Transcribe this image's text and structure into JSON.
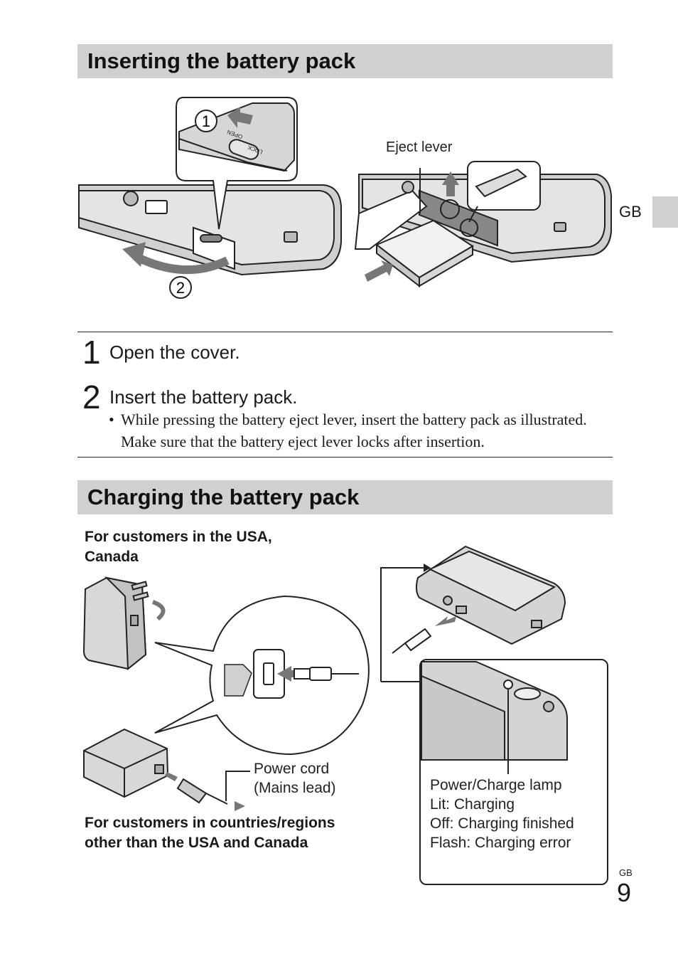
{
  "section1": {
    "title": "Inserting the battery pack",
    "figure": {
      "circle1": "1",
      "circle2": "2",
      "switch_open": "OPEN",
      "switch_lock": "LOCK",
      "eject_lever_label": "Eject lever"
    },
    "steps": [
      {
        "number": "1",
        "title": "Open the cover."
      },
      {
        "number": "2",
        "title": "Insert the battery pack.",
        "bullet": "While pressing the battery eject lever, insert the battery pack as illustrated. Make sure that the battery eject lever locks after insertion."
      }
    ]
  },
  "side_tab": {
    "label": "GB"
  },
  "section2": {
    "title": "Charging the battery pack",
    "usa_caption_line1": "For customers in the USA,",
    "usa_caption_line2": "Canada",
    "other_caption_line1": "For customers in countries/regions",
    "other_caption_line2": "other than the USA and Canada",
    "power_cord_line1": "Power cord",
    "power_cord_line2": "(Mains lead)",
    "lamp": {
      "title": "Power/Charge lamp",
      "lit": "Lit: Charging",
      "off": "Off: Charging finished",
      "flash": "Flash: Charging error"
    }
  },
  "footer": {
    "region": "GB",
    "page_number": "9"
  }
}
